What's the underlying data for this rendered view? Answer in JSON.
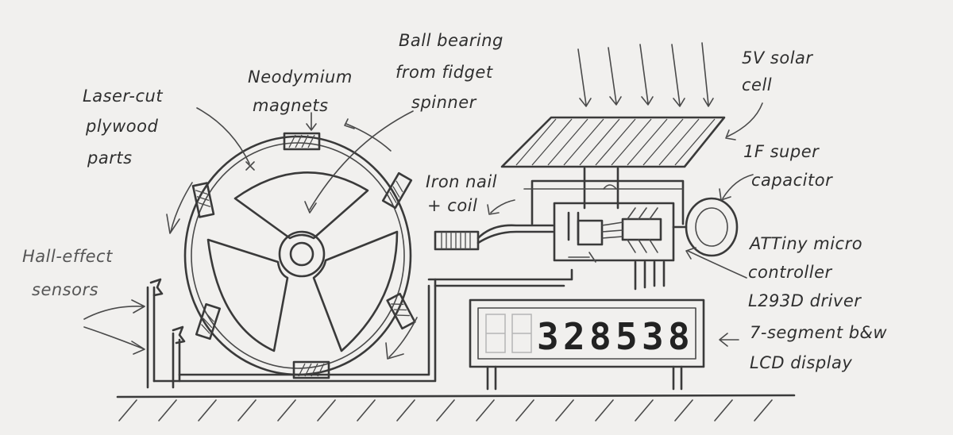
{
  "labels": {
    "plywood": [
      "Laser-cut",
      "plywood",
      "parts"
    ],
    "magnets": [
      "Neodymium",
      "magnets"
    ],
    "bearing": [
      "Ball bearing",
      "from fidget",
      "spinner"
    ],
    "solar": [
      "5V solar",
      "cell"
    ],
    "capacitor": [
      "1F super",
      "capacitor"
    ],
    "coil": [
      "Iron nail",
      "+ coil"
    ],
    "mcu": [
      "ATTiny micro",
      "controller",
      "L293D driver"
    ],
    "hall": [
      "Hall-effect",
      "sensors"
    ],
    "display": [
      "7-segment b&w",
      "LCD display"
    ]
  },
  "display": {
    "digits": [
      "",
      "",
      "3",
      "2",
      "8",
      "5",
      "3",
      "8"
    ]
  },
  "colors": {
    "paper": "#f1f0ee",
    "pencil": "#3a3a3a"
  }
}
